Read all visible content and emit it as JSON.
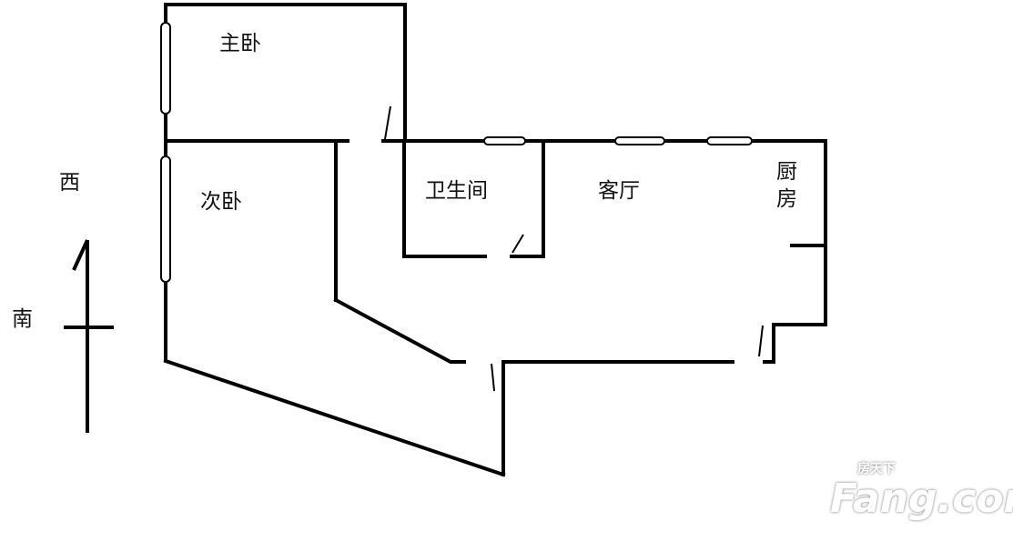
{
  "rooms": {
    "master_bedroom": "主卧",
    "second_bedroom": "次卧",
    "bathroom": "卫生间",
    "living_room": "客厅",
    "kitchen_1": "厨",
    "kitchen_2": "房"
  },
  "compass": {
    "west": "西",
    "south": "南"
  },
  "watermark": {
    "brand": "Fang.com",
    "brand_cn": "房天下"
  }
}
